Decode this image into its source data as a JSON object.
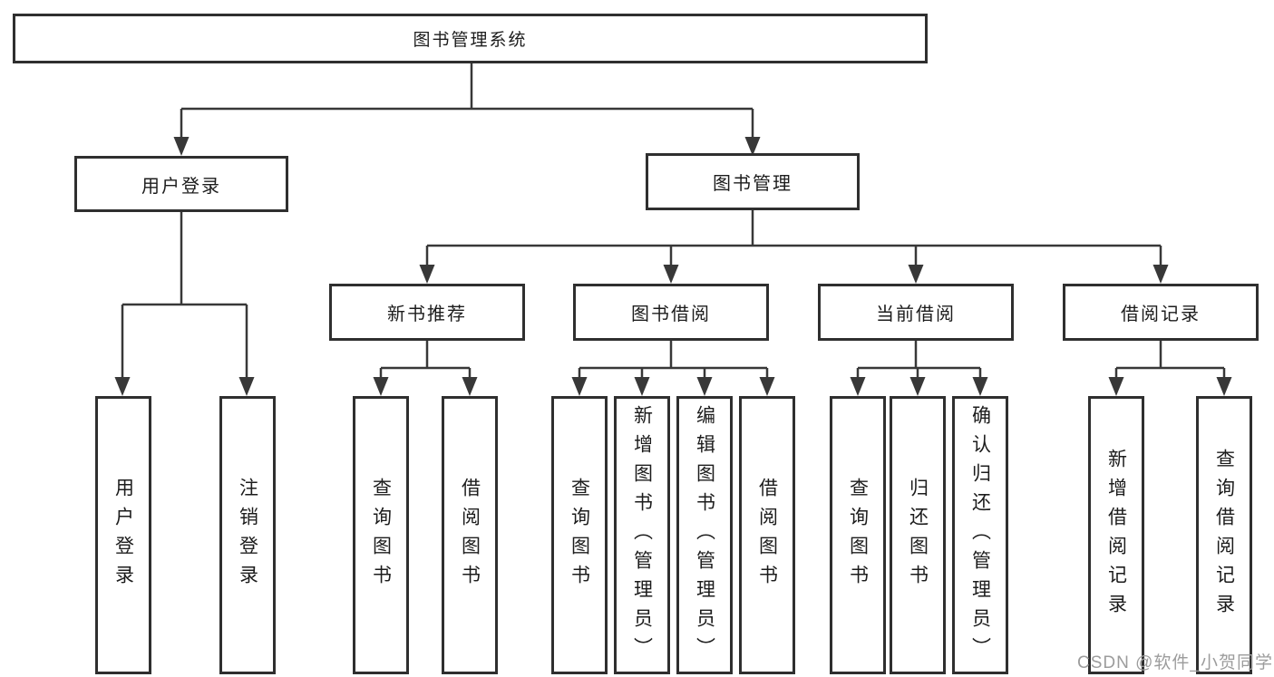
{
  "tree": {
    "root": {
      "label": "图书管理系统"
    },
    "login": {
      "label": "用户登录",
      "children": [
        {
          "label": "用户登录"
        },
        {
          "label": "注销登录"
        }
      ]
    },
    "mgmt": {
      "label": "图书管理",
      "groups": [
        {
          "label": "新书推荐",
          "children": [
            {
              "label": "查询图书"
            },
            {
              "label": "借阅图书"
            }
          ]
        },
        {
          "label": "图书借阅",
          "children": [
            {
              "label": "查询图书"
            },
            {
              "label": "新增图书（管理员）"
            },
            {
              "label": "编辑图书（管理员）"
            },
            {
              "label": "借阅图书"
            }
          ]
        },
        {
          "label": "当前借阅",
          "children": [
            {
              "label": "查询图书"
            },
            {
              "label": "归还图书"
            },
            {
              "label": "确认归还（管理员）"
            }
          ]
        },
        {
          "label": "借阅记录",
          "children": [
            {
              "label": "新增借阅记录"
            },
            {
              "label": "查询借阅记录"
            }
          ]
        }
      ]
    }
  },
  "watermark": {
    "text": "CSDN @软件_小贺同学"
  },
  "colors": {
    "line": "#383838",
    "box_border": "#2f2f2f",
    "text": "#1c1c1c",
    "watermark_text": "#9c9c9c",
    "background": "#ffffff"
  }
}
